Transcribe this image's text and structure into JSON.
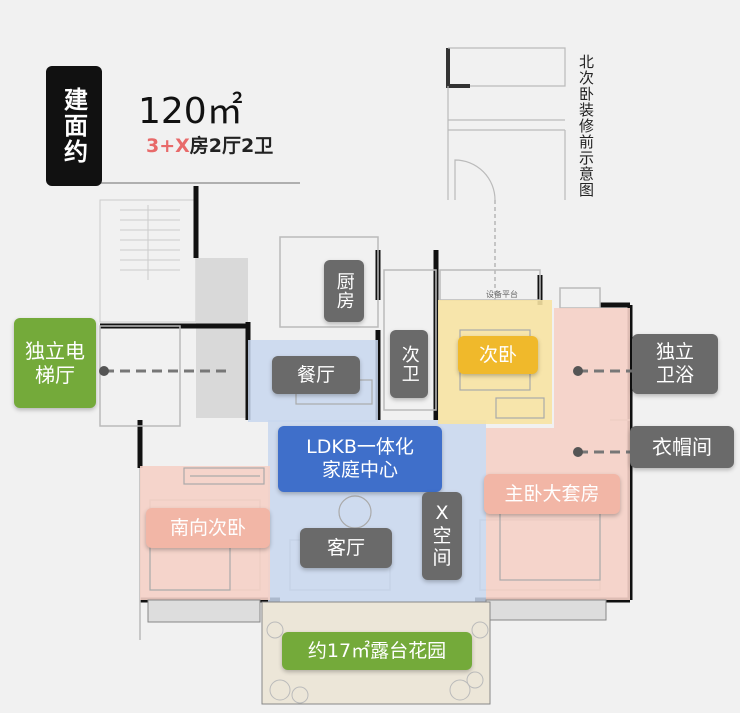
{
  "header": {
    "title_label": "建面约",
    "area": "120㎡",
    "layout_prefix": "3+X",
    "layout_suffix": "房2厅2卫"
  },
  "sidebar_note": "北次卧装修前示意图",
  "labels": {
    "kitchen": "厨房",
    "dining": "餐厅",
    "bath2": "次卫",
    "bedroom2": "次卧",
    "elevator": "独立电梯厅",
    "private_bath": "独立卫浴",
    "cloakroom": "衣帽间",
    "ldkb_line1": "LDKB一体化",
    "ldkb_line2": "家庭中心",
    "master": "主卧大套房",
    "south_bedroom": "南向次卧",
    "living": "客厅",
    "x_space": "X空间",
    "terrace": "约17㎡露台花园",
    "platform": "设备平台"
  },
  "colors": {
    "gray_tag": "#6a6a6a",
    "green_tag": "#74aa3a",
    "blue_tag": "#3f6fca",
    "yellow_tag": "#f0b92b",
    "pink_tag": "#f2b6a6",
    "accent_red": "#e86a6a"
  }
}
